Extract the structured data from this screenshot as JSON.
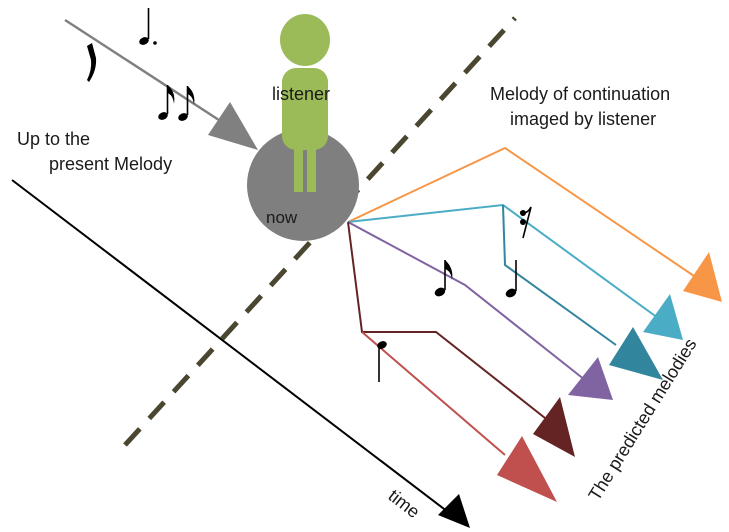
{
  "labels": {
    "listener": "listener",
    "now": "now",
    "past_line1": "Up to the",
    "past_line2": "present Melody",
    "continuation_line1": "Melody of continuation",
    "continuation_line2": "imaged by listener",
    "predicted": "The predicted melodies",
    "time": "time"
  },
  "colors": {
    "listener_figure": "#9bbb59",
    "now_circle": "#7f7f7f",
    "divider_dash": "#4a4630",
    "past_arrow": "#808080",
    "time_arrow": "#000000",
    "melody_orange": "#f79646",
    "melody_cyan": "#4bacc6",
    "melody_teal": "#31859c",
    "melody_purple": "#8064a2",
    "melody_darkred": "#632423",
    "melody_red": "#c0504d"
  },
  "icons": [
    "quarter-note-icon",
    "dotted-quarter-note-icon",
    "eighth-note-icon",
    "eighth-rest-icon",
    "person-icon"
  ]
}
